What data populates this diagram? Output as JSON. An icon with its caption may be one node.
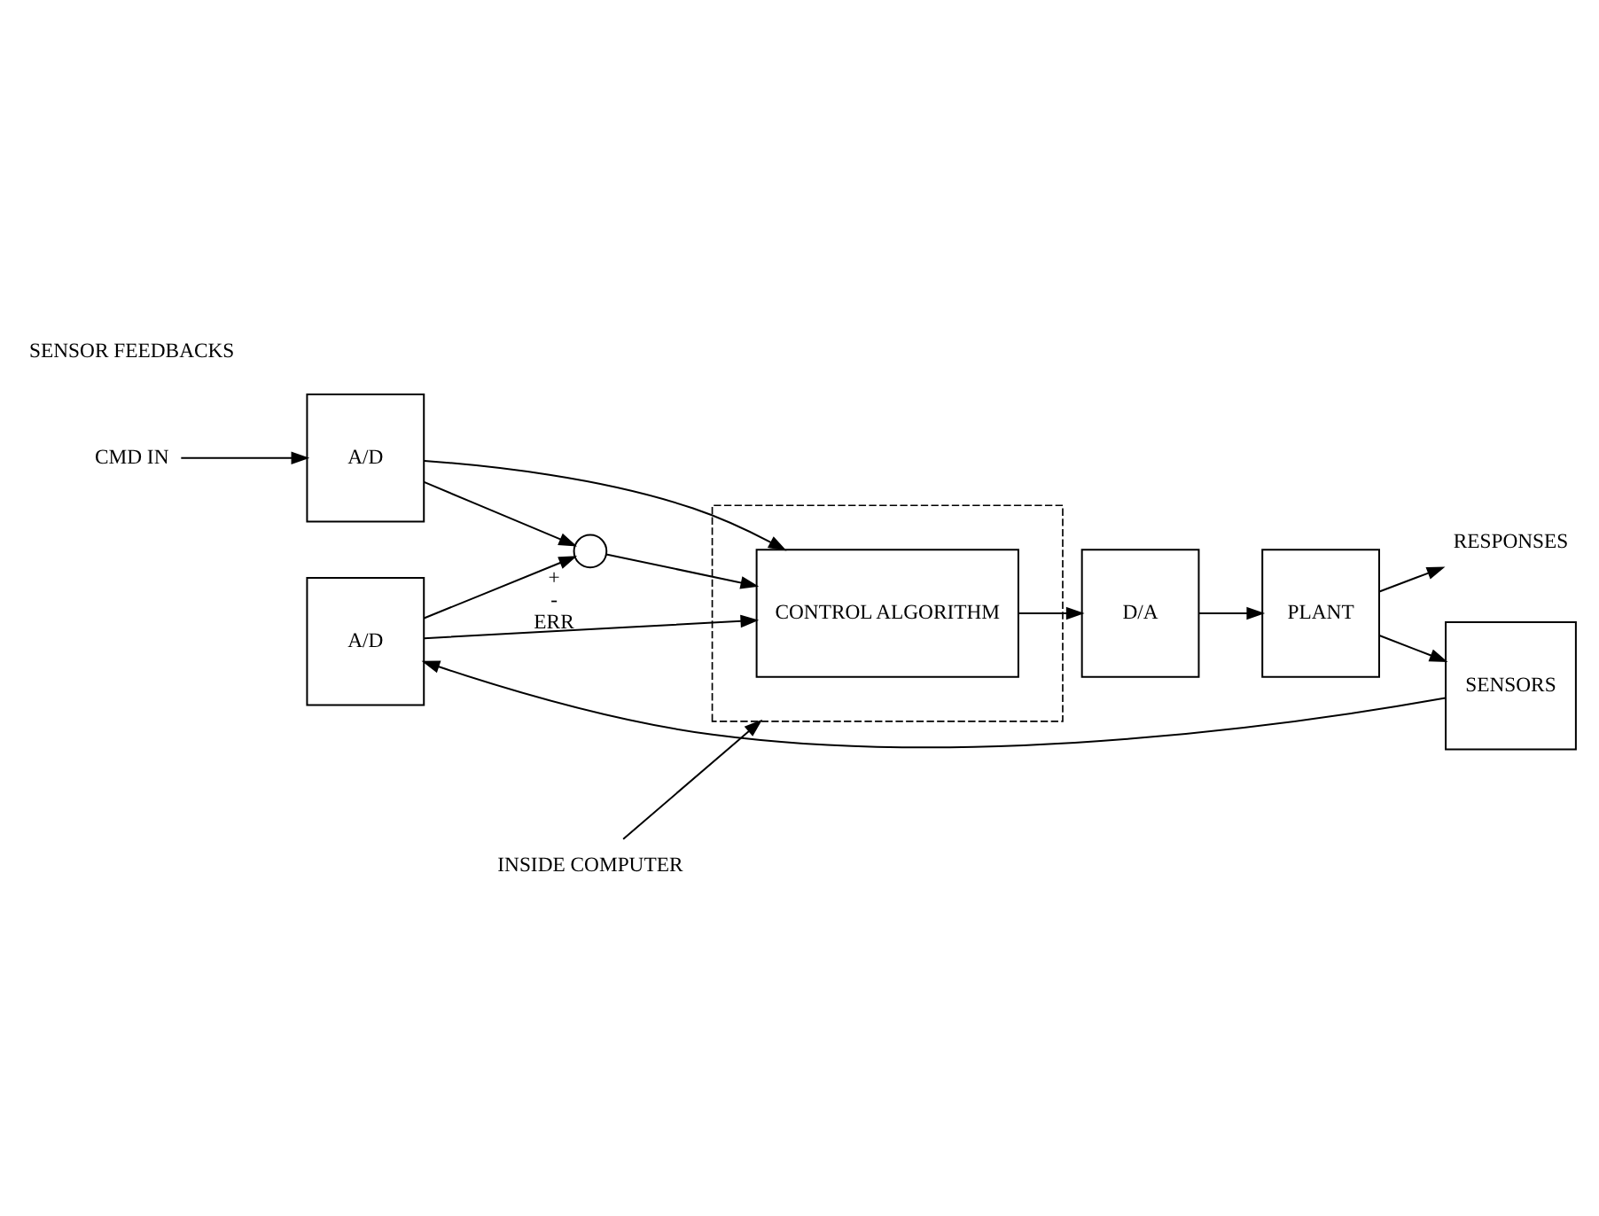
{
  "diagram": {
    "nodes": [
      {
        "text": [
          "CMD IN"
        ]
      },
      {
        "text": [],
        "shape": "box"
      },
      {
        "text": [
          "A/D"
        ]
      },
      {
        "text": [
          "CONTROL ALGORITHM"
        ],
        "in": 1
      },
      {
        "text": [
          "INSIDE COMPUTER"
        ]
      },
      {
        "text": [
          "RESPONSES"
        ]
      },
      {
        "text": [],
        "shape": "circle",
        "beside": [
          "+",
          "-",
          "ERR"
        ]
      },
      {
        "text": [
          "D/A"
        ]
      },
      {
        "text": [
          "PLANT"
        ]
      },
      {
        "text": [
          "A/D"
        ]
      },
      {
        "text": [
          "SENSORS"
        ]
      }
    ],
    "edges": [
      {
        "from": 0,
        "to": 2,
        "arrow": "to"
      },
      {
        "from": 2,
        "to": 3,
        "arrow": "to"
      },
      {
        "from": 2,
        "to": 6,
        "arrow": "to"
      },
      {
        "from": 6,
        "to": 3,
        "arrow": "to"
      },
      {
        "from": 9,
        "to": 6,
        "arrow": "to"
      },
      {
        "from": 9,
        "to": 3,
        "arrow": "to"
      },
      {
        "from": 3,
        "to": 7,
        "arrow": "to"
      },
      {
        "from": 7,
        "to": 8,
        "arrow": "to"
      },
      {
        "from": 8,
        "to": 5,
        "arrow": "to"
      },
      {
        "from": 8,
        "to": 10,
        "arrow": "to"
      },
      {
        "from": 10,
        "to": 9,
        "arrow": "to"
      },
      {
        "from": 4,
        "to": 1,
        "arrow": "to"
      }
    ],
    "labels": [
      "SENSOR FEEDBACKS"
    ]
  }
}
